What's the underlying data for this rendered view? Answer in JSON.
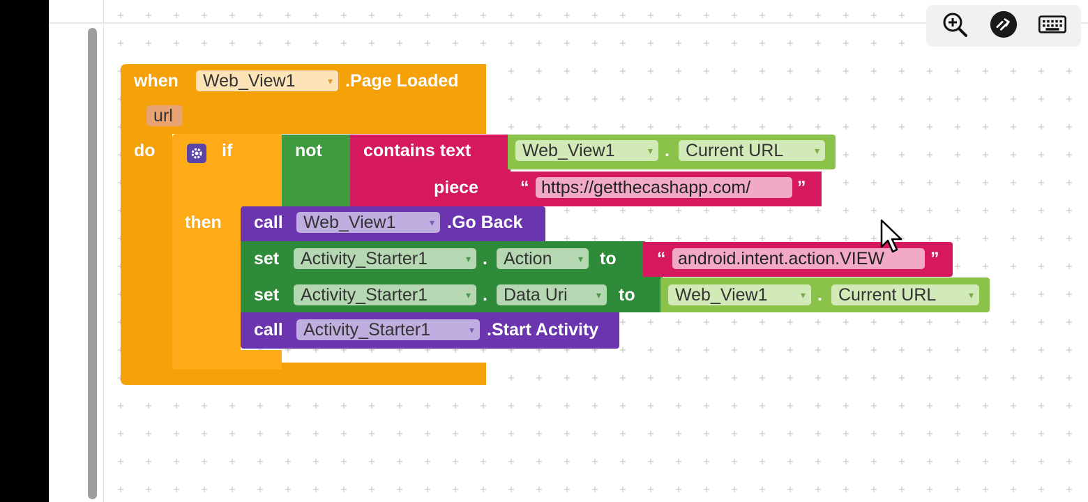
{
  "blocks": {
    "event": {
      "when": "when",
      "component": "Web_View1",
      "event_name": ".Page Loaded",
      "param": "url",
      "do": "do"
    },
    "if_block": {
      "if": "if",
      "then": "then"
    },
    "not_block": {
      "label": "not"
    },
    "contains_block": {
      "label": "contains  text",
      "piece": "piece"
    },
    "getter1": {
      "component": "Web_View1",
      "dot": ".",
      "property": "Current URL"
    },
    "piece_text": {
      "open_quote": "“",
      "value": "https://getthecashapp.com/",
      "close_quote": "”"
    },
    "call_goback": {
      "call": "call",
      "component": "Web_View1",
      "method": ".Go Back"
    },
    "set_action": {
      "set": "set",
      "component": "Activity_Starter1",
      "dot": ".",
      "property": "Action",
      "to": "to"
    },
    "action_text": {
      "open_quote": "“",
      "value": "android.intent.action.VIEW",
      "close_quote": "”"
    },
    "set_datauri": {
      "set": "set",
      "component": "Activity_Starter1",
      "dot": ".",
      "property": "Data Uri",
      "to": "to"
    },
    "getter2": {
      "component": "Web_View1",
      "dot": ".",
      "property": "Current URL"
    },
    "call_start": {
      "call": "call",
      "component": "Activity_Starter1",
      "method": ".Start Activity"
    }
  },
  "toolbar": {
    "zoom_icon": "zoom-in-icon",
    "remote_icon": "remote-connection-icon",
    "keyboard_icon": "keyboard-icon"
  },
  "colors": {
    "event_orange": "#f5a20a",
    "if_orange": "#ffab19",
    "logic_green": "#3e9a3e",
    "text_pink": "#d6195e",
    "getter_green": "#8bc34a",
    "setter_green": "#2e8b3a",
    "call_purple": "#6b35b0"
  }
}
